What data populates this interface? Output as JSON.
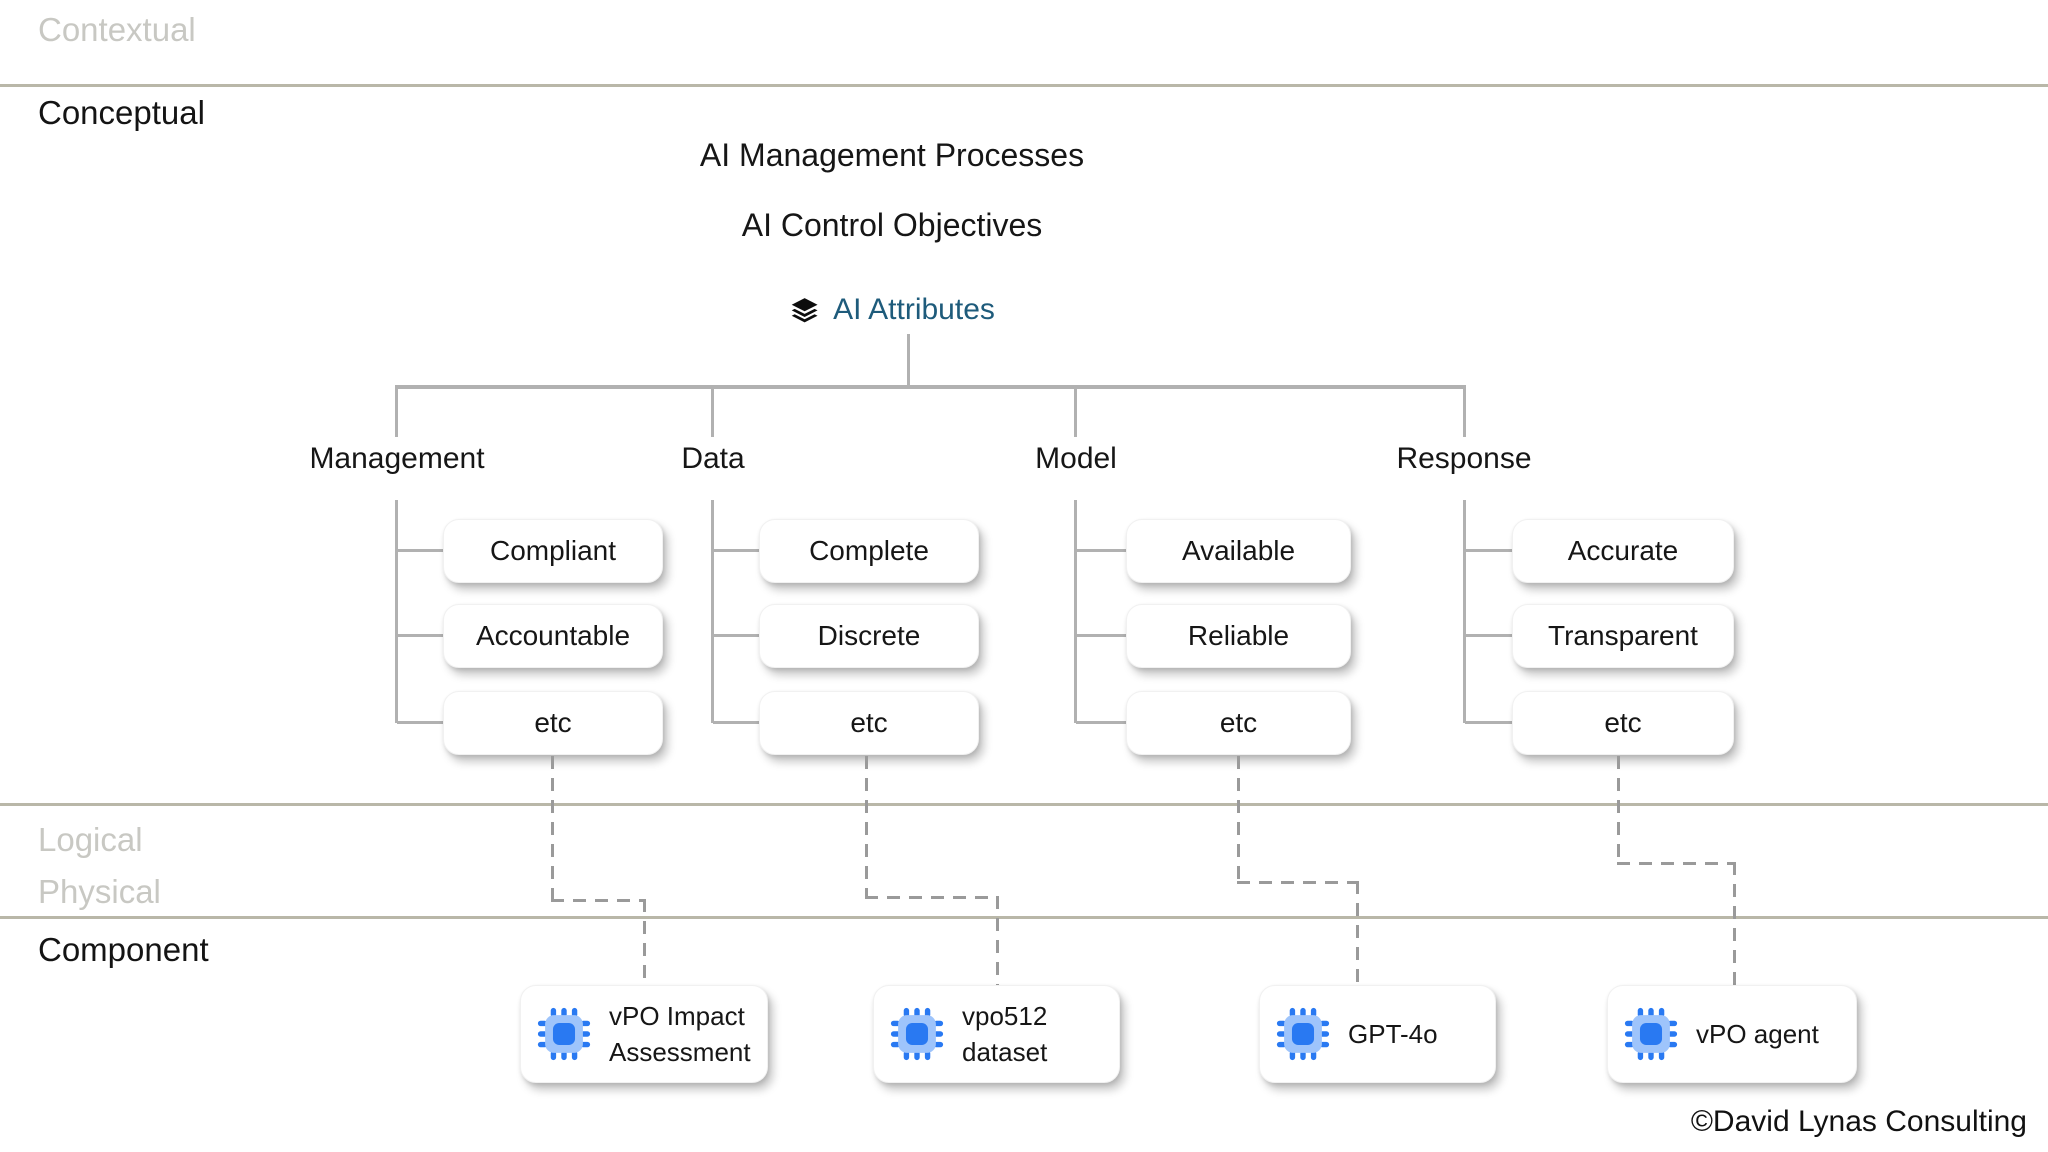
{
  "layers": {
    "contextual": "Contextual",
    "conceptual": "Conceptual",
    "logical": "Logical",
    "physical": "Physical",
    "component": "Component"
  },
  "header": {
    "title1": "AI Management Processes",
    "title2": "AI Control Objectives",
    "attributes_label": "AI Attributes",
    "attributes_icon": "layers-stack-icon"
  },
  "tree": {
    "branches": [
      {
        "label": "Management",
        "children": [
          "Compliant",
          "Accountable",
          "etc"
        ]
      },
      {
        "label": "Data",
        "children": [
          "Complete",
          "Discrete",
          "etc"
        ]
      },
      {
        "label": "Model",
        "children": [
          "Available",
          "Reliable",
          "etc"
        ]
      },
      {
        "label": "Response",
        "children": [
          "Accurate",
          "Transparent",
          "etc"
        ]
      }
    ]
  },
  "components": [
    {
      "icon": "cpu-chip-icon",
      "label": "vPO Impact\nAssessment"
    },
    {
      "icon": "cpu-chip-icon",
      "label": "vpo512\ndataset"
    },
    {
      "icon": "cpu-chip-icon",
      "label": "GPT-4o"
    },
    {
      "icon": "cpu-chip-icon",
      "label": "vPO agent"
    }
  ],
  "footer": {
    "copyright": "©David Lynas Consulting"
  },
  "colors": {
    "accent-teal": "#1e5b7b",
    "band-line": "#b9b7a8",
    "muted-gray": "#c8c8c3",
    "dash-gray": "#9a9a9a",
    "chip-light-blue": "#9ec4fb",
    "chip-dark-blue": "#2979f2"
  }
}
